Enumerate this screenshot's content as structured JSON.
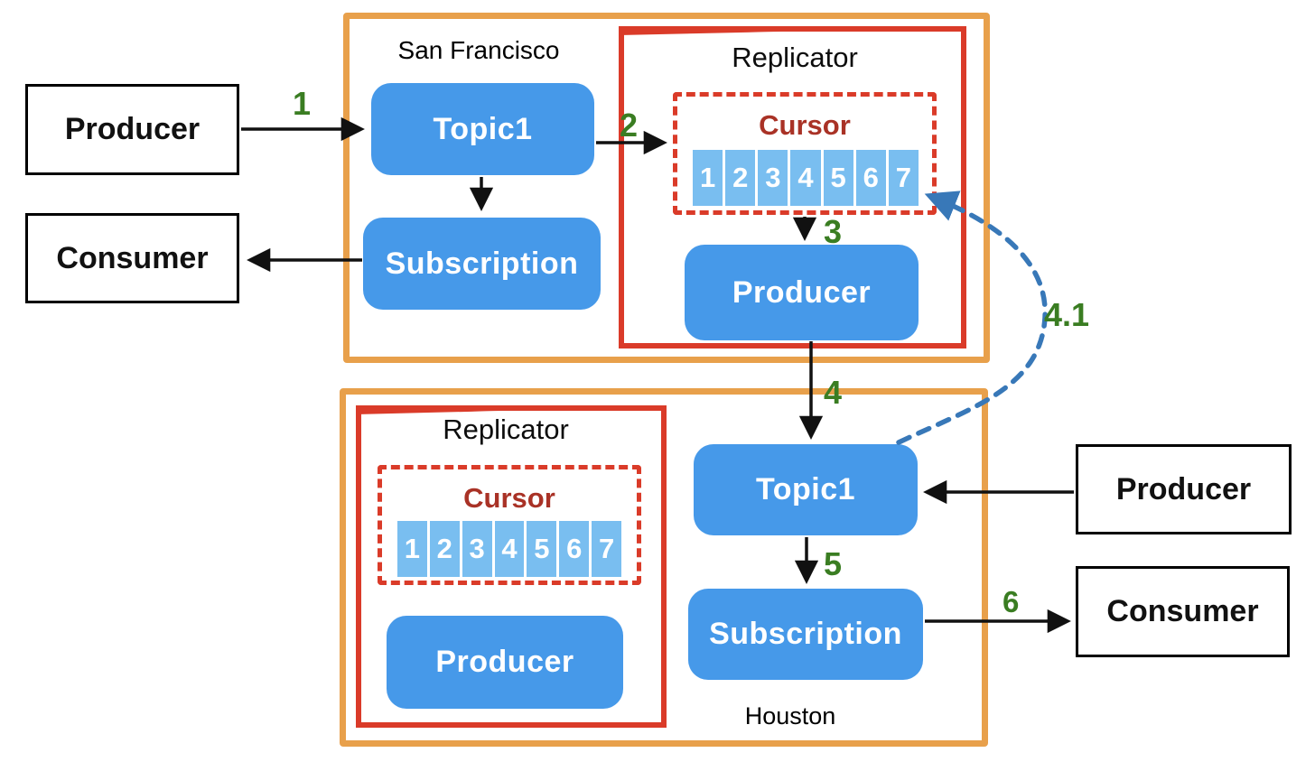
{
  "sf": {
    "label": "San Francisco",
    "replicator": "Replicator",
    "cursor": "Cursor",
    "topic": "Topic1",
    "subscription": "Subscription",
    "replicator_producer": "Producer"
  },
  "houston": {
    "label": "Houston",
    "replicator": "Replicator",
    "cursor": "Cursor",
    "topic": "Topic1",
    "subscription": "Subscription",
    "replicator_producer": "Producer"
  },
  "clients": {
    "sf_producer": "Producer",
    "sf_consumer": "Consumer",
    "houston_producer": "Producer",
    "houston_consumer": "Consumer"
  },
  "cursor_cells": [
    "1",
    "2",
    "3",
    "4",
    "5",
    "6",
    "7"
  ],
  "steps": {
    "s1": "1",
    "s2": "2",
    "s3": "3",
    "s4": "4",
    "s4_1": "4.1",
    "s5": "5",
    "s6": "6"
  },
  "colors": {
    "region_border_orange": "#E8A04B",
    "replicator_border_red": "#DA3B29",
    "cursor_text_dark_red": "#A93226",
    "node_blue": "#4699E9",
    "cursor_cell_blue": "#79BEF0",
    "step_label_green": "#3A7D22",
    "arrow_black": "#111111",
    "replication_feedback_blue": "#3878B8"
  }
}
